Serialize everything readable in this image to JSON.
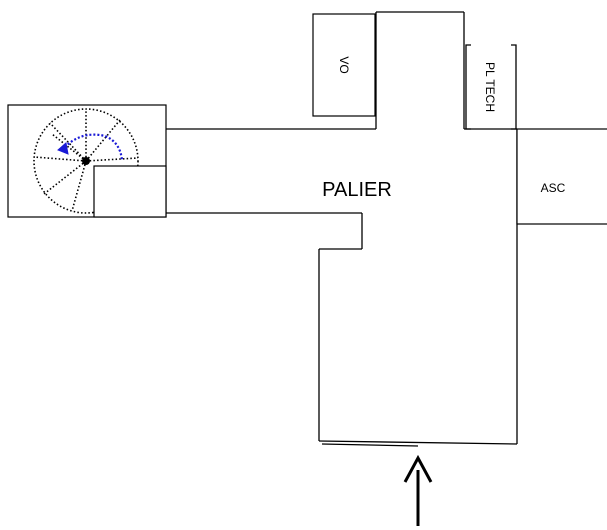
{
  "labels": {
    "main_room": "PALIER",
    "vo_room": "VO",
    "pl_tech": "PL TECH",
    "asc": "ASC"
  },
  "colors": {
    "line": "#000000",
    "stair_accent": "#1a1ad6",
    "background": "#ffffff"
  },
  "icons": {
    "entry_arrow": "arrow-up-icon",
    "staircase": "spiral-staircase-icon"
  }
}
